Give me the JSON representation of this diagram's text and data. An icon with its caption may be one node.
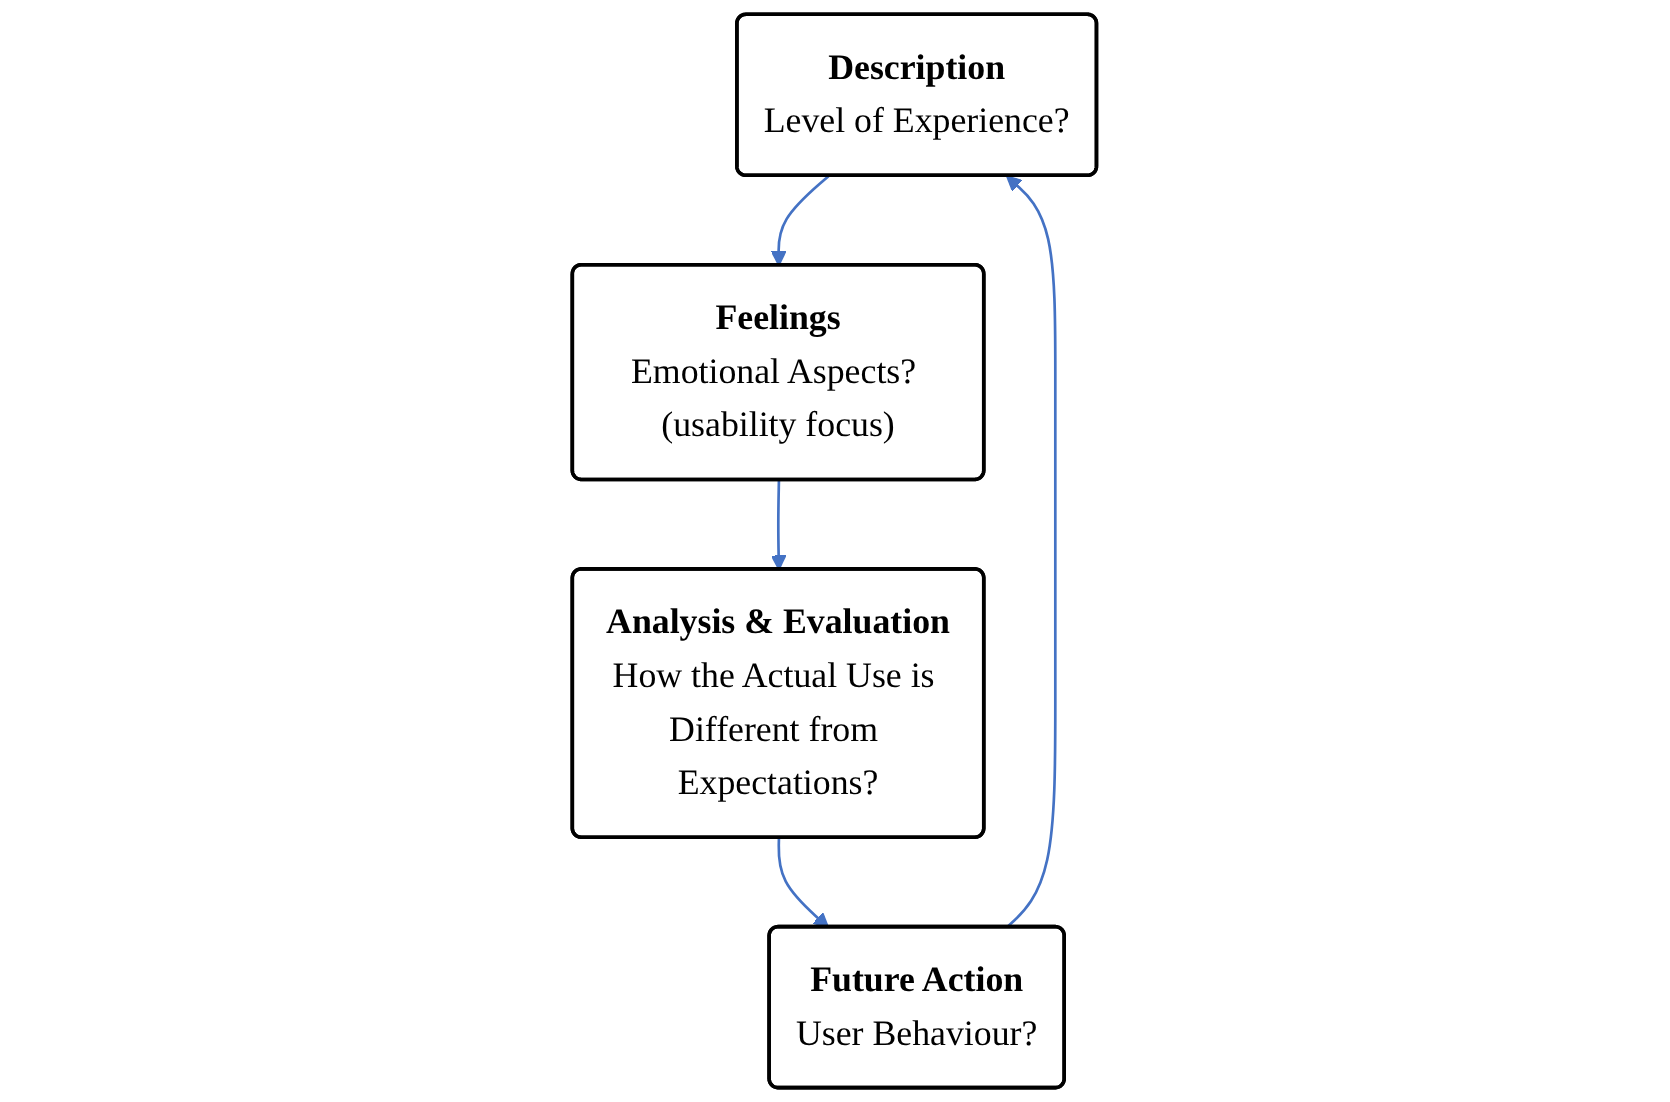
{
  "diagram": {
    "nodes": [
      {
        "text": [
          "Description",
          "Level of Experience?"
        ]
      },
      {
        "text": [
          "Feelings",
          "Emotional Aspects? (usability focus)"
        ]
      },
      {
        "text": [
          "Analysis & Evaluation",
          "How the Actual Use is Different from Expectations?"
        ]
      },
      {
        "text": [
          "Future Action",
          "User Behaviour?"
        ]
      }
    ],
    "edges": [
      {
        "from": 0,
        "to": 1,
        "arrow": "to"
      },
      {
        "from": 1,
        "to": 2,
        "arrow": "to"
      },
      {
        "from": 2,
        "to": 3,
        "arrow": "to"
      },
      {
        "from": 3,
        "to": 0,
        "arrow": "to"
      }
    ]
  }
}
